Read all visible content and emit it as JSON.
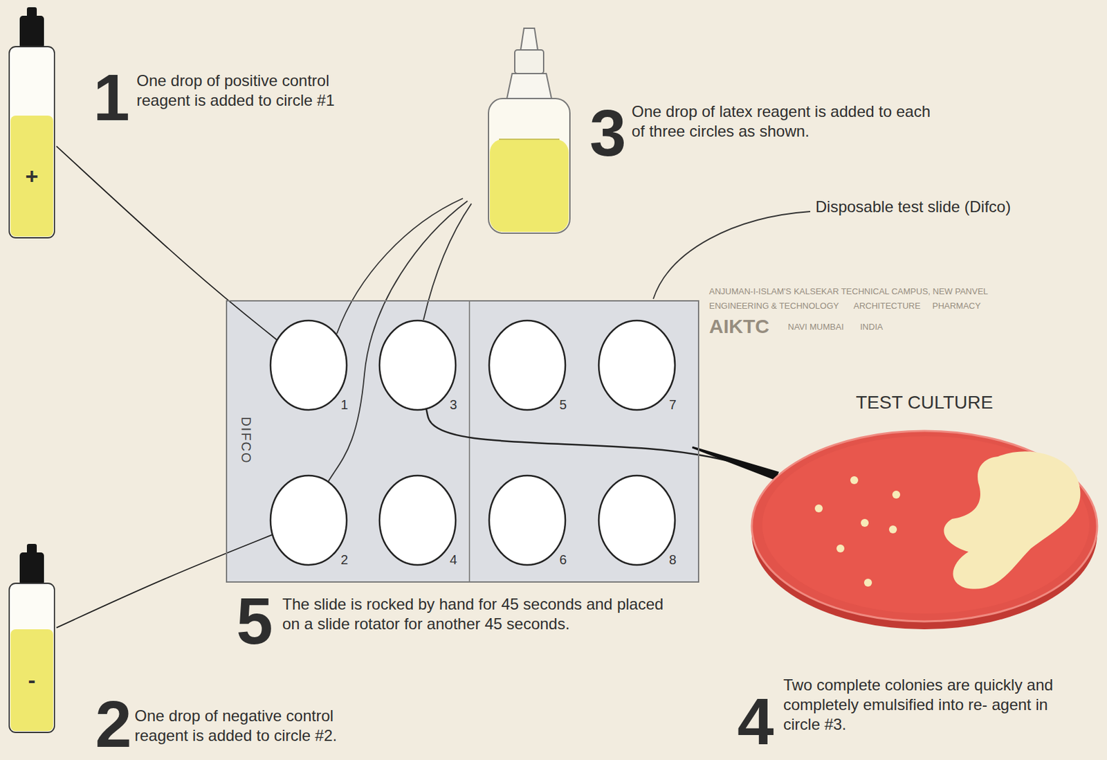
{
  "diagram": {
    "nodes": [
      {
        "text": [
          "+"
        ]
      },
      {
        "text": [
          "DIFCO"
        ]
      },
      {
        "text": [
          "1"
        ],
        "in": 1
      },
      {
        "text": [
          "3"
        ],
        "in": 1
      },
      {
        "text": [
          "5"
        ],
        "in": 1
      },
      {
        "text": [
          "7"
        ],
        "in": 1
      },
      {
        "text": [
          "2"
        ],
        "in": 1
      },
      {
        "text": [
          "4"
        ],
        "in": 1
      },
      {
        "text": [
          "6"
        ],
        "in": 1
      },
      {
        "text": [
          "8"
        ],
        "in": 1
      },
      {
        "text": [
          "TEST CULTURE"
        ]
      },
      {
        "text": [
          "-"
        ]
      }
    ],
    "edges": [
      {
        "from": 0,
        "to": 2,
        "arrow": "none"
      },
      {
        "from": 11,
        "to": 6,
        "arrow": "none"
      },
      {
        "from": 10,
        "to": 3,
        "arrow": "none"
      }
    ],
    "labels": [
      "1",
      "One drop of positive control reagent is added to circle #1",
      "3",
      "One drop of latex reagent is added to each of three circles as shown.",
      "Disposable test slide (Difco)",
      "ANJUMAN-I-ISLAM'S KALSEKAR TECHNICAL CAMPUS, NEW PANVEL",
      "ENGINEERING & TECHNOLOGY",
      "ARCHITECTURE",
      "PHARMACY",
      "AIKTC",
      "NAVI MUMBAI",
      "INDIA",
      "5",
      "The slide is rocked by hand for 45 seconds and placed on a slide rotator for another 45 seconds.",
      "2",
      "One drop of negative control reagent is added to circle #2.",
      "4",
      "Two complete colonies are quickly and completely emulsified into re- agent in circle #3."
    ]
  }
}
